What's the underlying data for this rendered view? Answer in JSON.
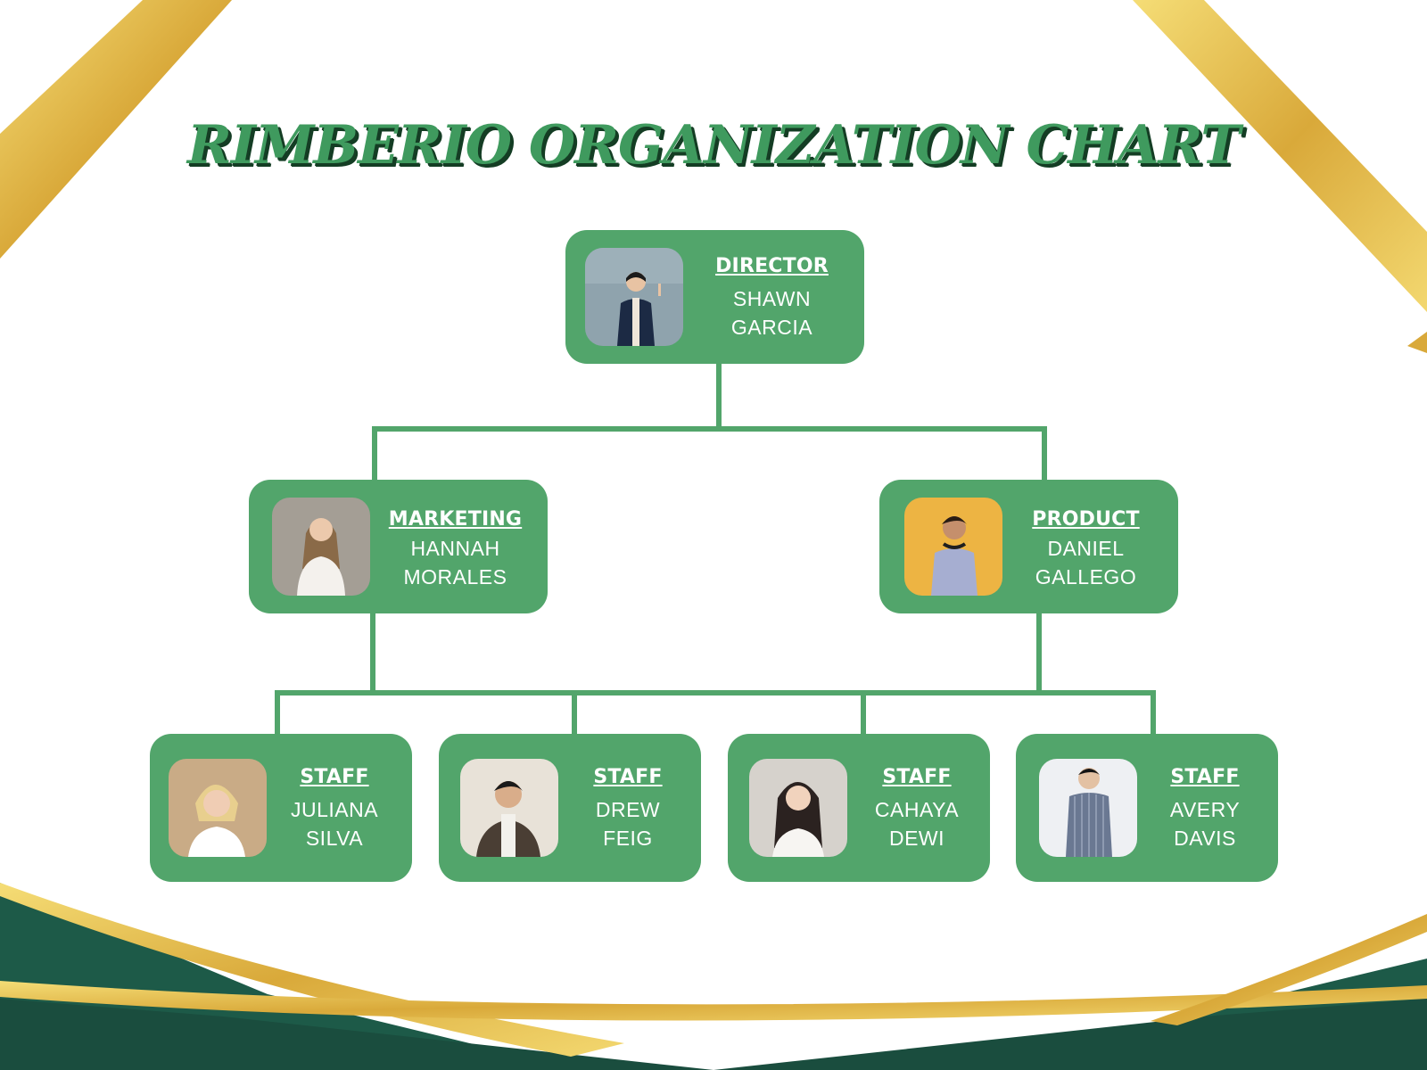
{
  "title": "RIMBERIO ORGANIZATION CHART",
  "colors": {
    "node_fill": "#52a56b",
    "connector": "#52a56b",
    "title_fill": "#3f9a5e",
    "title_shadow": "#143d24",
    "gold": "#e4bd4a",
    "dark_green": "#1d5a48"
  },
  "director": {
    "role": "DIRECTOR",
    "name_line1": "SHAWN",
    "name_line2": "GARCIA",
    "photo": "person-photo"
  },
  "marketing": {
    "role": "MARKETING",
    "name_line1": "HANNAH",
    "name_line2": "MORALES",
    "photo": "person-photo"
  },
  "product": {
    "role": "PRODUCT",
    "name_line1": "DANIEL",
    "name_line2": "GALLEGO",
    "photo": "person-photo"
  },
  "staff": [
    {
      "role": "STAFF",
      "name_line1": "JULIANA",
      "name_line2": "SILVA",
      "photo": "person-photo"
    },
    {
      "role": "STAFF",
      "name_line1": "DREW",
      "name_line2": "FEIG",
      "photo": "person-photo"
    },
    {
      "role": "STAFF",
      "name_line1": "CAHAYA",
      "name_line2": "DEWI",
      "photo": "person-photo"
    },
    {
      "role": "STAFF",
      "name_line1": "AVERY",
      "name_line2": "DAVIS",
      "photo": "person-photo"
    }
  ]
}
